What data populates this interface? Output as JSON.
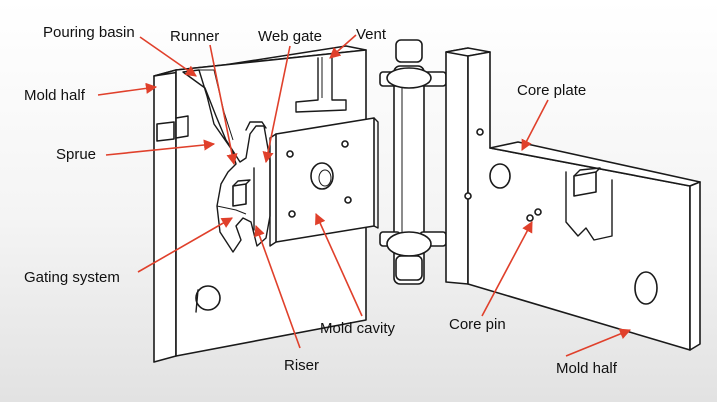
{
  "labels": {
    "pouring_basin": "Pouring basin",
    "runner": "Runner",
    "web_gate": "Web gate",
    "vent": "Vent",
    "mold_half_left": "Mold half",
    "core_plate": "Core plate",
    "sprue": "Sprue",
    "gating_system": "Gating system",
    "mold_cavity": "Mold cavity",
    "core_pin": "Core pin",
    "riser": "Riser",
    "mold_half_right": "Mold half"
  },
  "colors": {
    "leader": "#e0402b",
    "outline": "#1a1a1a",
    "part_fill": "#ffffff"
  }
}
